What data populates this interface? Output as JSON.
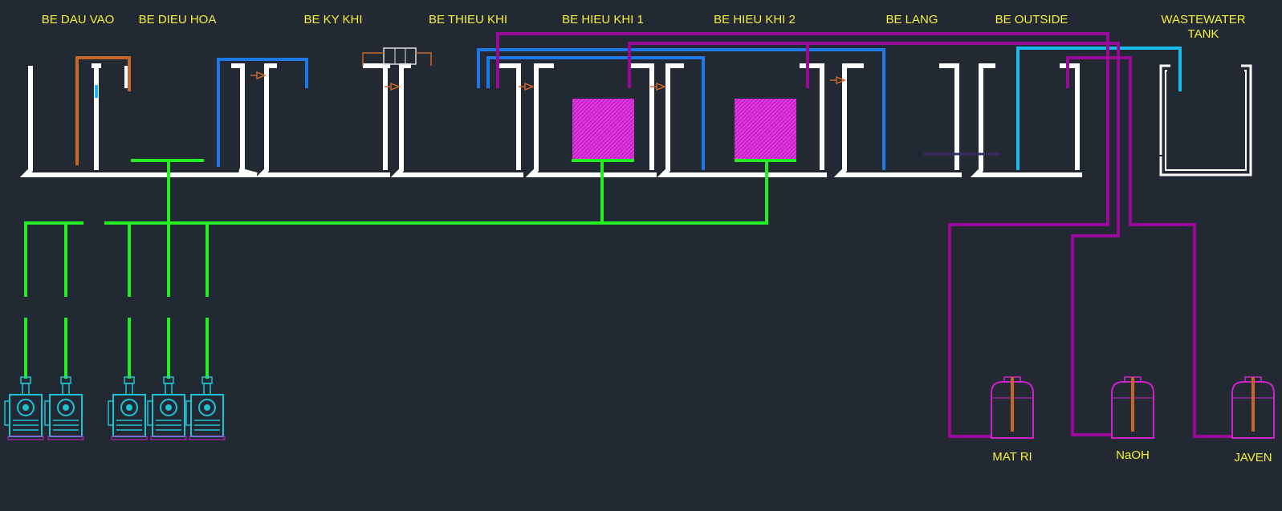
{
  "colors": {
    "background": "#222933",
    "label": "#f5f03a",
    "tank_wall": "#ffffff",
    "air_line": "#22ee22",
    "water_line": "#1e78e6",
    "outside_line": "#18b8f0",
    "chemical_line": "#990a99",
    "inlet_line": "#c8662a",
    "diffuser_media": "#cc22cc",
    "blower": "#1fc3d3",
    "chem_tank": "#cc22cc",
    "chem_stirrer": "#c8662a"
  },
  "tanks": [
    {
      "name": "BE DAU VAO"
    },
    {
      "name": "BE DIEU HOA"
    },
    {
      "name": "BE KY KHI"
    },
    {
      "name": "BE THIEU KHI"
    },
    {
      "name": "BE HIEU KHI 1"
    },
    {
      "name": "BE HIEU KHI 2"
    },
    {
      "name": "BE LANG"
    },
    {
      "name": "BE OUTSIDE"
    },
    {
      "name": "WASTEWATER\nTANK"
    }
  ],
  "chemicals": [
    {
      "name": "MAT RI"
    },
    {
      "name": "NaOH"
    },
    {
      "name": "JAVEN"
    }
  ],
  "icons": {
    "blower": "air-blower-icon",
    "chemical_tank": "chemical-tank-icon",
    "mixer": "mixer-icon",
    "diffuser": "diffuser-media-icon"
  }
}
